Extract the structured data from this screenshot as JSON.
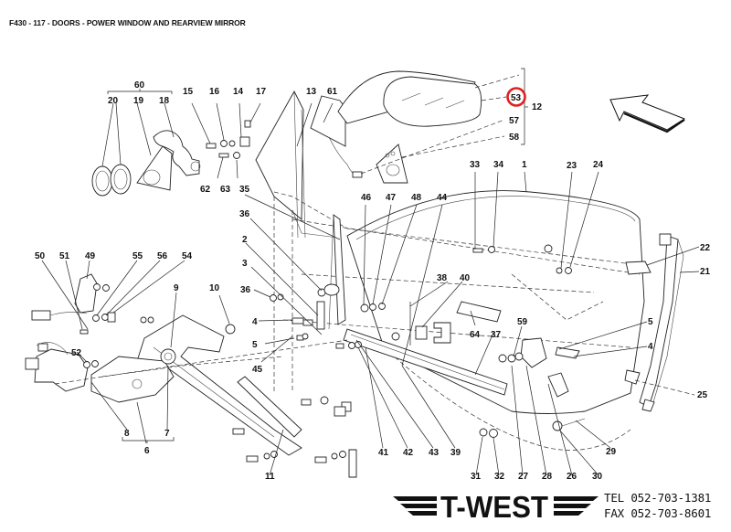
{
  "title": "F430 - 117 - DOORS - POWER WINDOW AND REARVIEW MIRROR",
  "highlight": {
    "part": "53",
    "color": "#e02020"
  },
  "groups": [
    {
      "label": "60",
      "members": [
        "20",
        "19",
        "18"
      ]
    },
    {
      "label": "12",
      "members": [
        "53",
        "57",
        "58"
      ]
    },
    {
      "label": "6",
      "members": [
        "8",
        "7"
      ]
    }
  ],
  "labels": {
    "p60": "60",
    "p20": "20",
    "p19": "19",
    "p18": "18",
    "p15": "15",
    "p16": "16",
    "p14": "14",
    "p17": "17",
    "p13": "13",
    "p61": "61",
    "p62": "62",
    "p63": "63",
    "p35": "35",
    "p53": "53",
    "p12": "12",
    "p57": "57",
    "p58": "58",
    "p33": "33",
    "p34": "34",
    "p1": "1",
    "p23": "23",
    "p24": "24",
    "p22": "22",
    "p21": "21",
    "p36a": "36",
    "p2": "2",
    "p3": "3",
    "p36b": "36",
    "p46": "46",
    "p47": "47",
    "p48": "48",
    "p44": "44",
    "p50": "50",
    "p51": "51",
    "p49": "49",
    "p55": "55",
    "p56": "56",
    "p54": "54",
    "p9": "9",
    "p10": "10",
    "p4a": "4",
    "p5a": "5",
    "p45": "45",
    "p52": "52",
    "p38": "38",
    "p40": "40",
    "p64": "64",
    "p37": "37",
    "p59": "59",
    "p5b": "5",
    "p4b": "4",
    "p25": "25",
    "p8": "8",
    "p7": "7",
    "p6": "6",
    "p11": "11",
    "p41": "41",
    "p42": "42",
    "p43": "43",
    "p39": "39",
    "p31": "31",
    "p32": "32",
    "p27": "27",
    "p28": "28",
    "p26": "26",
    "p30": "30",
    "p29": "29"
  },
  "direction_arrow": "front-direction-arrow",
  "footer": {
    "brand": "T-WEST",
    "tel_label": "TEL",
    "tel": "052-703-1381",
    "fax_label": "FAX",
    "fax": "052-703-8601"
  }
}
